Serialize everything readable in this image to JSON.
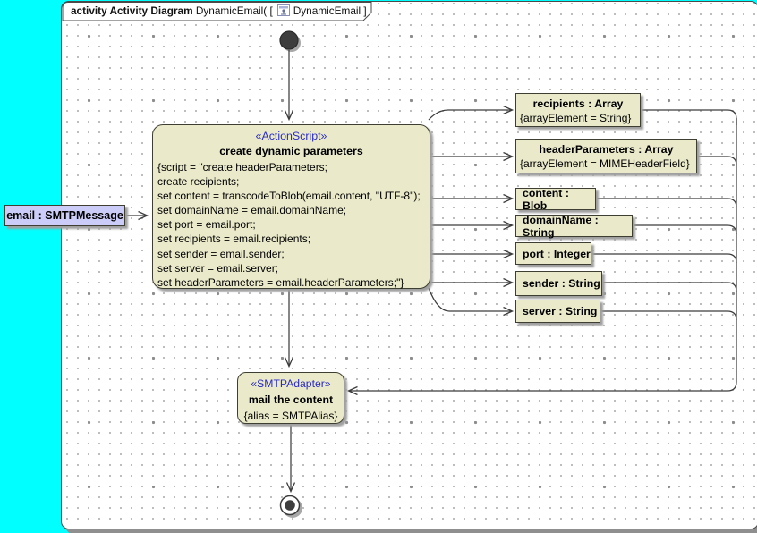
{
  "frame": {
    "kind_label": "activity Activity Diagram",
    "diagram_name": "DynamicEmail( [",
    "context_name": "DynamicEmail ]",
    "icon": "activity-diagram-icon"
  },
  "colors": {
    "workspace_background": "#00ffff",
    "canvas_background": "#ffffff",
    "node_fill": "#eaeacb",
    "node_border": "#3e3e32",
    "input_pin_fill": "#ccccf8",
    "stereotype_text": "#2a2ac8",
    "connector": "#3c3c3c",
    "shadow": "#9f9f9f"
  },
  "nodes": {
    "input_pin": {
      "label": "email : SMTPMessage"
    },
    "action_create": {
      "stereotype": "«ActionScript»",
      "name": "create dynamic parameters",
      "script_lines": [
        "{script = \"create headerParameters;",
        "create recipients;",
        "set content = transcodeToBlob(email.content, \"UTF-8\");",
        "set domainName = email.domainName;",
        "set port = email.port;",
        "set recipients = email.recipients;",
        "set sender = email.sender;",
        "set server = email.server;",
        "set headerParameters = email.headerParameters;\"}"
      ]
    },
    "objects": [
      {
        "name": "recipients : Array",
        "constraint": "{arrayElement = String}"
      },
      {
        "name": "headerParameters : Array",
        "constraint": "{arrayElement = MIMEHeaderField}"
      },
      {
        "name": "content : Blob"
      },
      {
        "name": "domainName : String"
      },
      {
        "name": "port : Integer"
      },
      {
        "name": "sender : String"
      },
      {
        "name": "server : String"
      }
    ],
    "action_mail": {
      "stereotype": "«SMTPAdapter»",
      "name": "mail the content",
      "constraint": "{alias = SMTPAlias}"
    }
  }
}
